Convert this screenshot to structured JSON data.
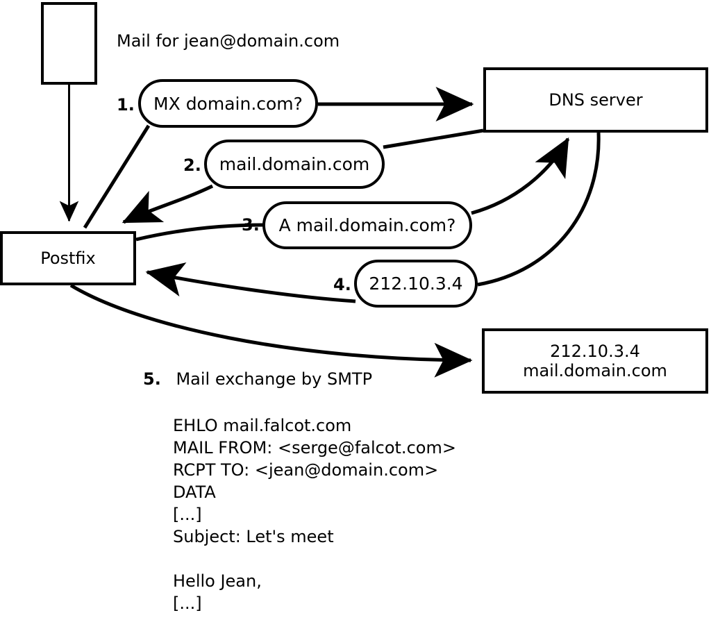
{
  "diagram": {
    "title_text": "Mail for jean@domain.com",
    "nodes": {
      "client": {
        "label": ""
      },
      "postfix": {
        "label": "Postfix"
      },
      "dns": {
        "label": "DNS server"
      },
      "destination": {
        "label": "212.10.3.4\nmail.domain.com"
      }
    },
    "steps": [
      {
        "num": "1.",
        "label": "MX domain.com?"
      },
      {
        "num": "2.",
        "label": "mail.domain.com"
      },
      {
        "num": "3.",
        "label": "A mail.domain.com?"
      },
      {
        "num": "4.",
        "label": "212.10.3.4"
      }
    ],
    "step5": {
      "num": "5.",
      "label": "Mail exchange by SMTP"
    },
    "smtp_transcript": "EHLO mail.falcot.com\nMAIL FROM: <serge@falcot.com>\nRCPT TO: <jean@domain.com>\nDATA\n[...]\nSubject: Let's meet\n\nHello Jean,\n[...]\n\n.",
    "colors": {
      "stroke": "#000000",
      "fill": "#ffffff",
      "text": "#000000"
    }
  }
}
